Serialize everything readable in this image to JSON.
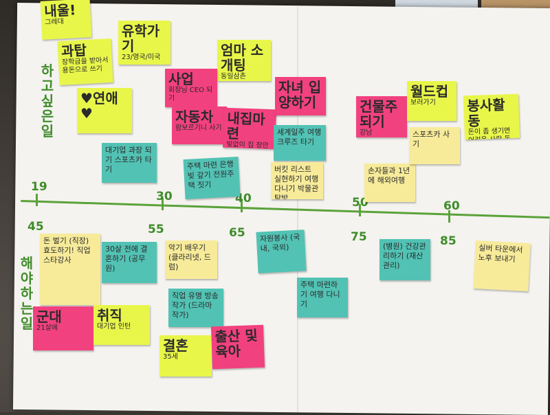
{
  "axis": {
    "top_ages": [
      "19",
      "30",
      "40",
      "50",
      "60"
    ],
    "bottom_ages": [
      "45",
      "55",
      "65",
      "75",
      "85"
    ],
    "top_label": "하고싶은일",
    "bottom_label": "해야하는일",
    "line_color": "#5aa23a"
  },
  "notes_top": [
    {
      "title": "내울!",
      "sub": "그레대"
    },
    {
      "title": "과탑",
      "sub": "장학금을 받아서 용돈으로 쓰기"
    },
    {
      "title": "유학가기",
      "sub": "23/영국/미국"
    },
    {
      "title": "엄마 소개팅",
      "sub": "동일삼촌"
    },
    {
      "title": "♥연애♥",
      "sub": ""
    },
    {
      "title": "사업",
      "sub": "회장님 CEO 되기"
    },
    {
      "title": "자동차",
      "sub": "람보르기니 사기"
    },
    {
      "title": "내집마련",
      "sub": "빚없이 집 장만"
    },
    {
      "title": "자녀 입양하기",
      "sub": ""
    },
    {
      "title": "건물주 되기",
      "sub": "강남"
    },
    {
      "title": "월드컵",
      "sub": "보러가기"
    },
    {
      "title": "봉사활동",
      "sub": "돈이 좀 생기면 어려운 사람 돕기"
    }
  ],
  "notes_mid": [
    {
      "text": "대기업 과장 되기 스포츠카 타기"
    },
    {
      "text": "주택 마련 은행 빚 갚기 전원주택 짓기"
    },
    {
      "text": "세계일주 여행 크루즈 타기"
    },
    {
      "text": "버킷 리스트 실현하기 여행 다니기 박물관 탐방"
    },
    {
      "text": "손자들과 1년에 해외여행"
    },
    {
      "text": "스포츠카 사기"
    }
  ],
  "notes_bottom": [
    {
      "text": "돈 벌기 (직장) 효도하기! 직업 스타강사"
    },
    {
      "text": "30살 전에 결혼하기 (공무원)"
    },
    {
      "text": "악기 배우기 (클라리넷, 드럼)"
    },
    {
      "text": "자원봉사 (국내, 국외)"
    },
    {
      "text": "(병원) 건강관리하기 (재산관리)"
    },
    {
      "text": "실버 타운에서 노후 보내기"
    },
    {
      "title": "군대",
      "sub": "21살에"
    },
    {
      "title": "취직",
      "sub": "대기업 인턴"
    },
    {
      "text": "직업 유명 방송작가 (드라마 작가)"
    },
    {
      "title": "결혼",
      "sub": "35세"
    },
    {
      "title": "출산 및 육아",
      "sub": ""
    },
    {
      "text": "주택 마련하기 여행 다니기"
    }
  ]
}
